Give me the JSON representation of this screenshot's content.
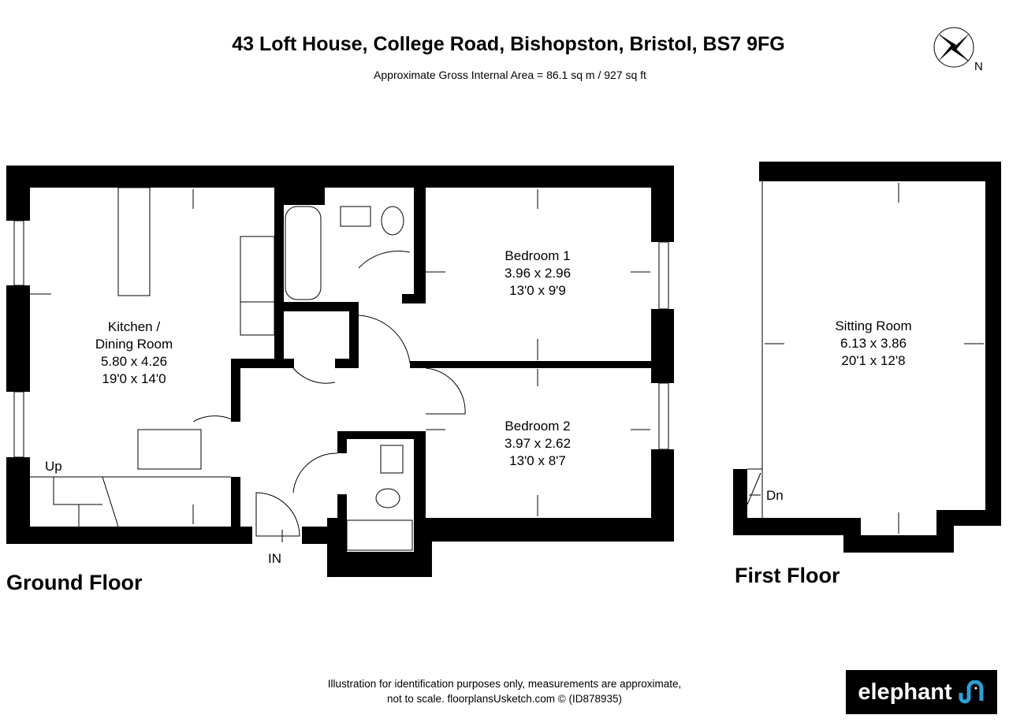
{
  "header": {
    "title": "43 Loft House, College Road, Bishopston, Bristol, BS7 9FG",
    "subtitle": "Approximate Gross Internal Area = 86.1 sq m / 927 sq ft"
  },
  "compass": {
    "label": "N"
  },
  "ground_floor": {
    "label": "Ground Floor",
    "rooms": [
      {
        "name": "Kitchen /",
        "name2": "Dining Room",
        "metric": "5.80 x 4.26",
        "imperial": "19'0 x 14'0"
      },
      {
        "name": "Bedroom 1",
        "metric": "3.96 x 2.96",
        "imperial": "13'0 x 9'9"
      },
      {
        "name": "Bedroom 2",
        "metric": "3.97 x 2.62",
        "imperial": "13'0 x 8'7"
      }
    ],
    "stairs_label": "Up",
    "entrance_label": "IN"
  },
  "first_floor": {
    "label": "First Floor",
    "rooms": [
      {
        "name": "Sitting Room",
        "metric": "6.13 x 3.86",
        "imperial": "20'1 x 12'8"
      }
    ],
    "stairs_label": "Dn"
  },
  "footer": {
    "line1": "Illustration for identification purposes only, measurements are approximate,",
    "line2": "not to scale. floorplansUsketch.com © (ID878935)"
  },
  "logo": {
    "text": "elephant",
    "accent": "#2aa0d6"
  }
}
